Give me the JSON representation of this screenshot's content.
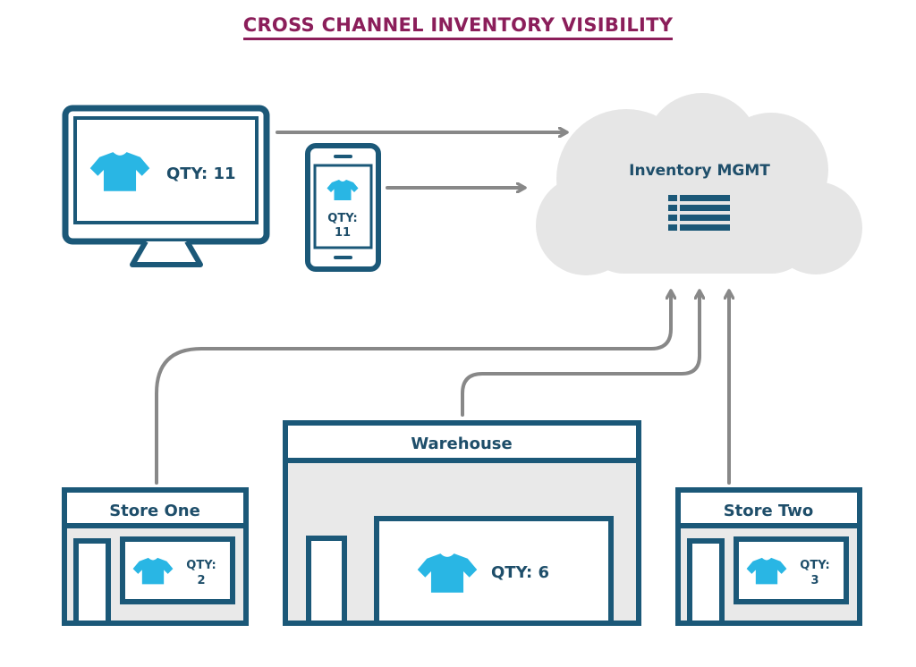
{
  "title": "CROSS CHANNEL INVENTORY VISIBILITY",
  "cloud": {
    "label": "Inventory MGMT"
  },
  "desktop": {
    "qty": "QTY: 11"
  },
  "phone": {
    "qty_label": "QTY:",
    "qty_value": "11"
  },
  "warehouse": {
    "name": "Warehouse",
    "qty": "QTY: 6"
  },
  "store_one": {
    "name": "Store One",
    "qty_label": "QTY:",
    "qty_value": "2"
  },
  "store_two": {
    "name": "Store Two",
    "qty_label": "QTY:",
    "qty_value": "3"
  },
  "colors": {
    "title": "#8b1e5a",
    "outline": "#1b5878",
    "shirt": "#29b6e4",
    "cloud": "#e6e6e6",
    "arrow": "#888888",
    "fill": "#e9e9e9",
    "text": "#1e4e6a"
  }
}
